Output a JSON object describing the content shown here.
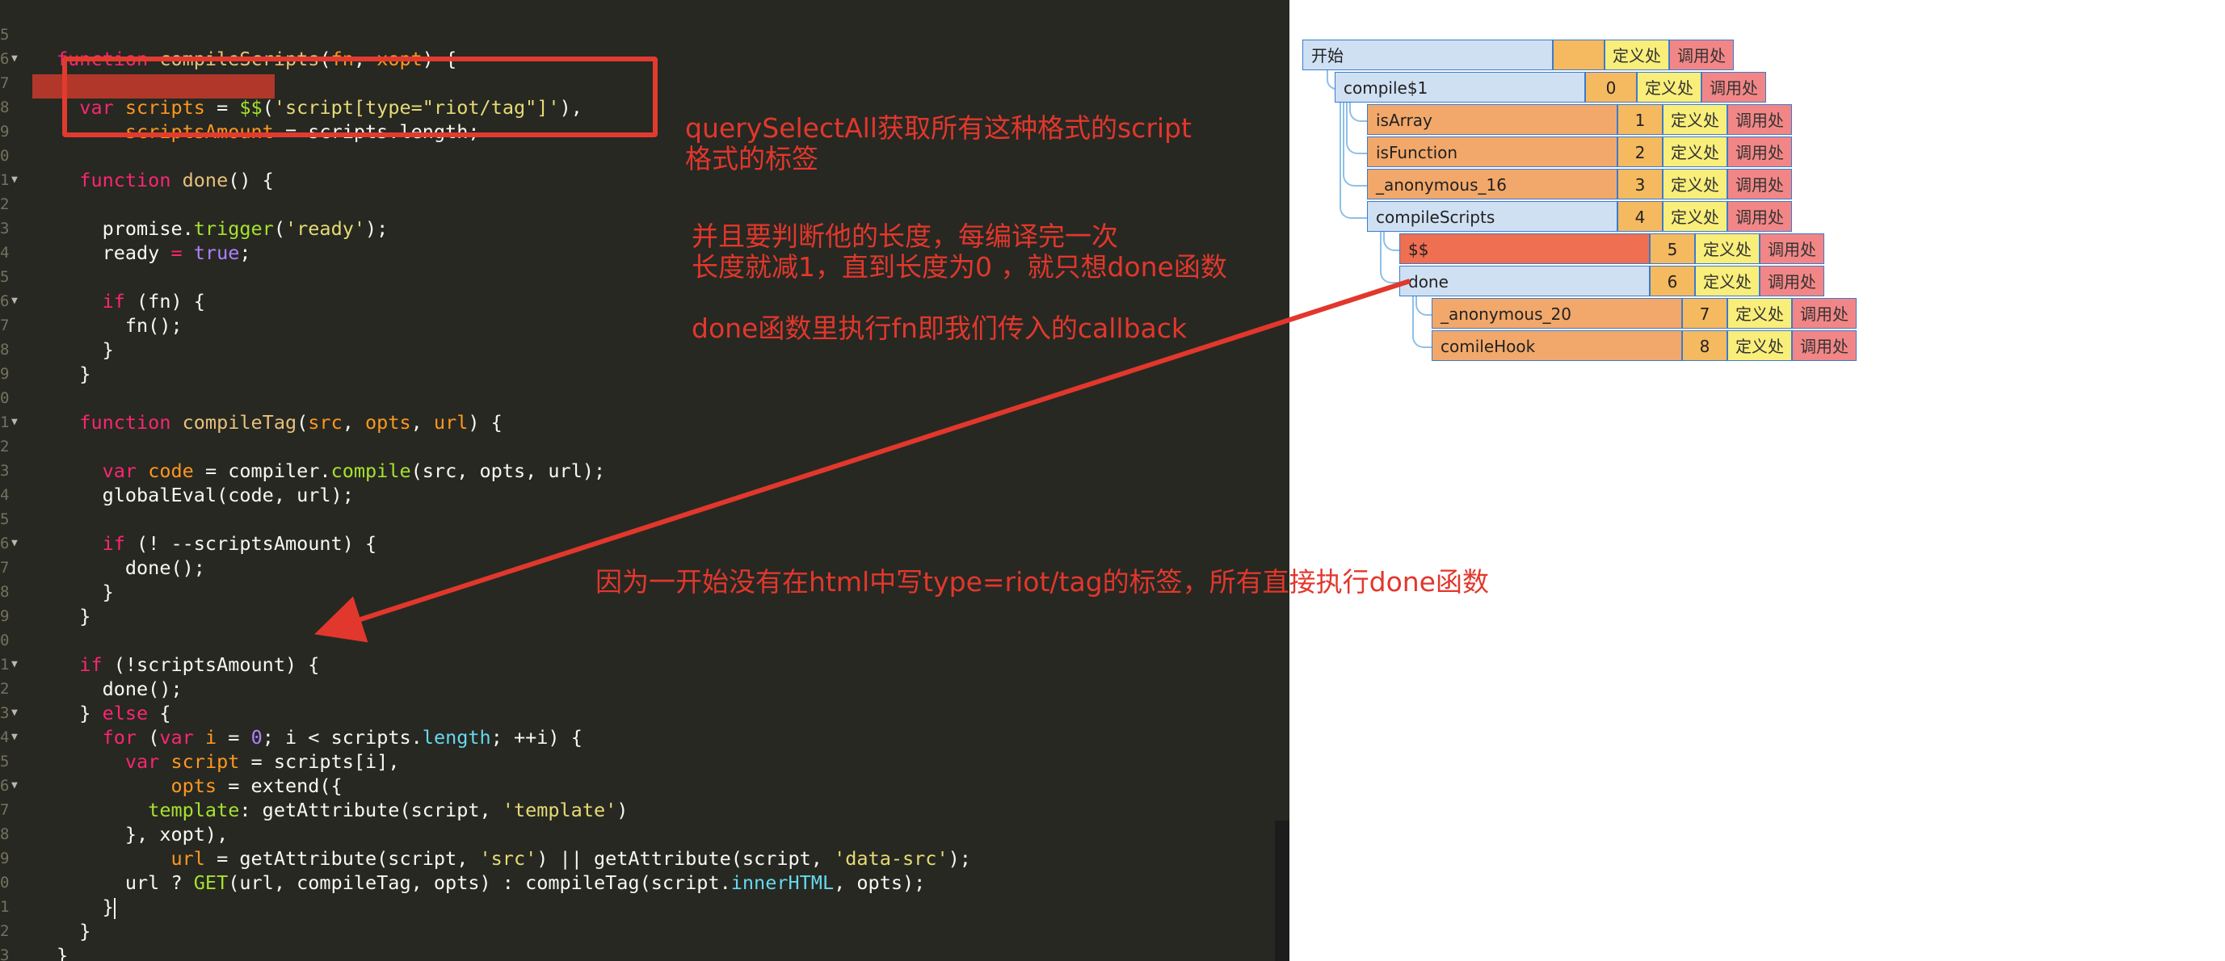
{
  "editor": {
    "lines": [
      {
        "num": "5",
        "fold": false,
        "tokens": []
      },
      {
        "num": "6",
        "fold": true,
        "tokens": [
          [
            "t-key",
            "function"
          ],
          [
            "t-var",
            " "
          ],
          [
            "t-fnname",
            "compileScripts"
          ],
          [
            "t-var",
            "("
          ],
          [
            "t-par",
            "fn"
          ],
          [
            "t-var",
            ", "
          ],
          [
            "t-par",
            "xopt"
          ],
          [
            "t-var",
            ") {"
          ]
        ]
      },
      {
        "num": "7",
        "fold": false,
        "tokens": []
      },
      {
        "num": "8",
        "fold": false,
        "tokens": [
          [
            "t-var",
            "  "
          ],
          [
            "t-key",
            "var"
          ],
          [
            "t-var",
            " "
          ],
          [
            "t-par",
            "scripts"
          ],
          [
            "t-var",
            " = "
          ],
          [
            "t-fn",
            "$$"
          ],
          [
            "t-var",
            "("
          ],
          [
            "t-str",
            "'script[type=\"riot/tag\"]'"
          ],
          [
            "t-var",
            "),"
          ]
        ]
      },
      {
        "num": "9",
        "fold": false,
        "tokens": [
          [
            "t-var",
            "      "
          ],
          [
            "t-par",
            "scriptsAmount"
          ],
          [
            "t-var",
            " = scripts."
          ],
          [
            "t-var",
            "length"
          ],
          [
            "t-var",
            ";"
          ]
        ]
      },
      {
        "num": "0",
        "fold": false,
        "tokens": []
      },
      {
        "num": "1",
        "fold": true,
        "tokens": [
          [
            "t-var",
            "  "
          ],
          [
            "t-key",
            "function"
          ],
          [
            "t-var",
            " "
          ],
          [
            "t-fnname",
            "done"
          ],
          [
            "t-var",
            "() {"
          ]
        ]
      },
      {
        "num": "2",
        "fold": false,
        "tokens": []
      },
      {
        "num": "3",
        "fold": false,
        "tokens": [
          [
            "t-var",
            "    promise."
          ],
          [
            "t-fn",
            "trigger"
          ],
          [
            "t-var",
            "("
          ],
          [
            "t-str",
            "'ready'"
          ],
          [
            "t-var",
            ");"
          ]
        ]
      },
      {
        "num": "4",
        "fold": false,
        "tokens": [
          [
            "t-var",
            "    ready "
          ],
          [
            "t-key",
            "="
          ],
          [
            "t-var",
            " "
          ],
          [
            "t-num",
            "true"
          ],
          [
            "t-var",
            ";"
          ]
        ]
      },
      {
        "num": "5",
        "fold": false,
        "tokens": []
      },
      {
        "num": "6",
        "fold": true,
        "tokens": [
          [
            "t-var",
            "    "
          ],
          [
            "t-key",
            "if"
          ],
          [
            "t-var",
            " (fn) {"
          ]
        ]
      },
      {
        "num": "7",
        "fold": false,
        "tokens": [
          [
            "t-var",
            "      fn();"
          ]
        ]
      },
      {
        "num": "8",
        "fold": false,
        "tokens": [
          [
            "t-var",
            "    }"
          ]
        ]
      },
      {
        "num": "9",
        "fold": false,
        "tokens": [
          [
            "t-var",
            "  }"
          ]
        ]
      },
      {
        "num": "0",
        "fold": false,
        "tokens": []
      },
      {
        "num": "1",
        "fold": true,
        "tokens": [
          [
            "t-var",
            "  "
          ],
          [
            "t-key",
            "function"
          ],
          [
            "t-var",
            " "
          ],
          [
            "t-fnname",
            "compileTag"
          ],
          [
            "t-var",
            "("
          ],
          [
            "t-par",
            "src"
          ],
          [
            "t-var",
            ", "
          ],
          [
            "t-par",
            "opts"
          ],
          [
            "t-var",
            ", "
          ],
          [
            "t-par",
            "url"
          ],
          [
            "t-var",
            ") {"
          ]
        ]
      },
      {
        "num": "2",
        "fold": false,
        "tokens": []
      },
      {
        "num": "3",
        "fold": false,
        "tokens": [
          [
            "t-var",
            "    "
          ],
          [
            "t-key",
            "var"
          ],
          [
            "t-var",
            " "
          ],
          [
            "t-par",
            "code"
          ],
          [
            "t-var",
            " = compiler."
          ],
          [
            "t-fn",
            "compile"
          ],
          [
            "t-var",
            "(src, opts, url);"
          ]
        ]
      },
      {
        "num": "4",
        "fold": false,
        "tokens": [
          [
            "t-var",
            "    globalEval(code, url);"
          ]
        ]
      },
      {
        "num": "5",
        "fold": false,
        "tokens": []
      },
      {
        "num": "6",
        "fold": true,
        "tokens": [
          [
            "t-var",
            "    "
          ],
          [
            "t-key",
            "if"
          ],
          [
            "t-var",
            " (! --scriptsAmount) {"
          ]
        ]
      },
      {
        "num": "7",
        "fold": false,
        "tokens": [
          [
            "t-var",
            "      done();"
          ]
        ]
      },
      {
        "num": "8",
        "fold": false,
        "tokens": [
          [
            "t-var",
            "    }"
          ]
        ]
      },
      {
        "num": "9",
        "fold": false,
        "tokens": [
          [
            "t-var",
            "  }"
          ]
        ]
      },
      {
        "num": "0",
        "fold": false,
        "tokens": []
      },
      {
        "num": "1",
        "fold": true,
        "tokens": [
          [
            "t-var",
            "  "
          ],
          [
            "t-key",
            "if"
          ],
          [
            "t-var",
            " (!scriptsAmount) {"
          ]
        ]
      },
      {
        "num": "2",
        "fold": false,
        "tokens": [
          [
            "t-var",
            "    done();"
          ]
        ]
      },
      {
        "num": "3",
        "fold": true,
        "tokens": [
          [
            "t-var",
            "  } "
          ],
          [
            "t-key",
            "else"
          ],
          [
            "t-var",
            " {"
          ]
        ]
      },
      {
        "num": "4",
        "fold": true,
        "tokens": [
          [
            "t-var",
            "    "
          ],
          [
            "t-key",
            "for"
          ],
          [
            "t-var",
            " ("
          ],
          [
            "t-key",
            "var"
          ],
          [
            "t-var",
            " "
          ],
          [
            "t-par",
            "i"
          ],
          [
            "t-var",
            " = "
          ],
          [
            "t-num",
            "0"
          ],
          [
            "t-var",
            "; i < scripts."
          ],
          [
            "t-prop",
            "length"
          ],
          [
            "t-var",
            "; ++i) {"
          ]
        ]
      },
      {
        "num": "5",
        "fold": false,
        "tokens": [
          [
            "t-var",
            "      "
          ],
          [
            "t-key",
            "var"
          ],
          [
            "t-var",
            " "
          ],
          [
            "t-par",
            "script"
          ],
          [
            "t-var",
            " = scripts[i],"
          ]
        ]
      },
      {
        "num": "6",
        "fold": true,
        "tokens": [
          [
            "t-var",
            "          "
          ],
          [
            "t-par",
            "opts"
          ],
          [
            "t-var",
            " = extend({"
          ]
        ]
      },
      {
        "num": "7",
        "fold": false,
        "tokens": [
          [
            "t-var",
            "        "
          ],
          [
            "t-fn",
            "template"
          ],
          [
            "t-var",
            ": getAttribute(script, "
          ],
          [
            "t-str",
            "'template'"
          ],
          [
            "t-var",
            ")"
          ]
        ]
      },
      {
        "num": "8",
        "fold": false,
        "tokens": [
          [
            "t-var",
            "      }, xopt),"
          ]
        ]
      },
      {
        "num": "9",
        "fold": false,
        "tokens": [
          [
            "t-var",
            "          "
          ],
          [
            "t-par",
            "url"
          ],
          [
            "t-var",
            " = getAttribute(script, "
          ],
          [
            "t-str",
            "'src'"
          ],
          [
            "t-var",
            ") || getAttribute(script, "
          ],
          [
            "t-str",
            "'data-src'"
          ],
          [
            "t-var",
            ");"
          ]
        ]
      },
      {
        "num": "0",
        "fold": false,
        "tokens": [
          [
            "t-var",
            "      url ? "
          ],
          [
            "t-fn",
            "GET"
          ],
          [
            "t-var",
            "(url, compileTag, opts) : compileTag(script."
          ],
          [
            "t-prop",
            "innerHTML"
          ],
          [
            "t-var",
            ", opts);"
          ]
        ]
      },
      {
        "num": "1",
        "fold": false,
        "tokens": [
          [
            "t-var",
            "    }"
          ],
          [
            "cursor",
            ""
          ]
        ]
      },
      {
        "num": "2",
        "fold": false,
        "tokens": [
          [
            "t-var",
            "  }"
          ]
        ]
      },
      {
        "num": "3",
        "fold": false,
        "tokens": [
          [
            "t-var",
            "}"
          ]
        ]
      }
    ]
  },
  "notes": {
    "note1": "querySelectAll获取所有这种格式的script\n格式的标签",
    "note2": "并且要判断他的长度，每编译完一次\n长度就减1，直到长度为0 ，就只想done函数",
    "note3": "done函数里执行fn即我们传入的callback",
    "note4": "因为一开始没有在html中写type=riot/tag的标签，所有直接执行done函数"
  },
  "tree": {
    "def_label": "定义处",
    "call_label": "调用处",
    "nodes": [
      {
        "name": "开始",
        "index": "",
        "color": "blue"
      },
      {
        "name": "compile$1",
        "index": "0",
        "color": "blue"
      },
      {
        "name": "isArray",
        "index": "1",
        "color": "orange"
      },
      {
        "name": "isFunction",
        "index": "2",
        "color": "orange"
      },
      {
        "name": "_anonymous_16",
        "index": "3",
        "color": "orange"
      },
      {
        "name": "compileScripts",
        "index": "4",
        "color": "blue"
      },
      {
        "name": "$$",
        "index": "5",
        "color": "red"
      },
      {
        "name": "done",
        "index": "6",
        "color": "blue"
      },
      {
        "name": "_anonymous_20",
        "index": "7",
        "color": "orange"
      },
      {
        "name": "comileHook",
        "index": "8",
        "color": "orange"
      }
    ]
  },
  "colors": {
    "editor_bg": "#272822",
    "annotation": "#e2372c",
    "tree_border": "#3b7bd0"
  }
}
